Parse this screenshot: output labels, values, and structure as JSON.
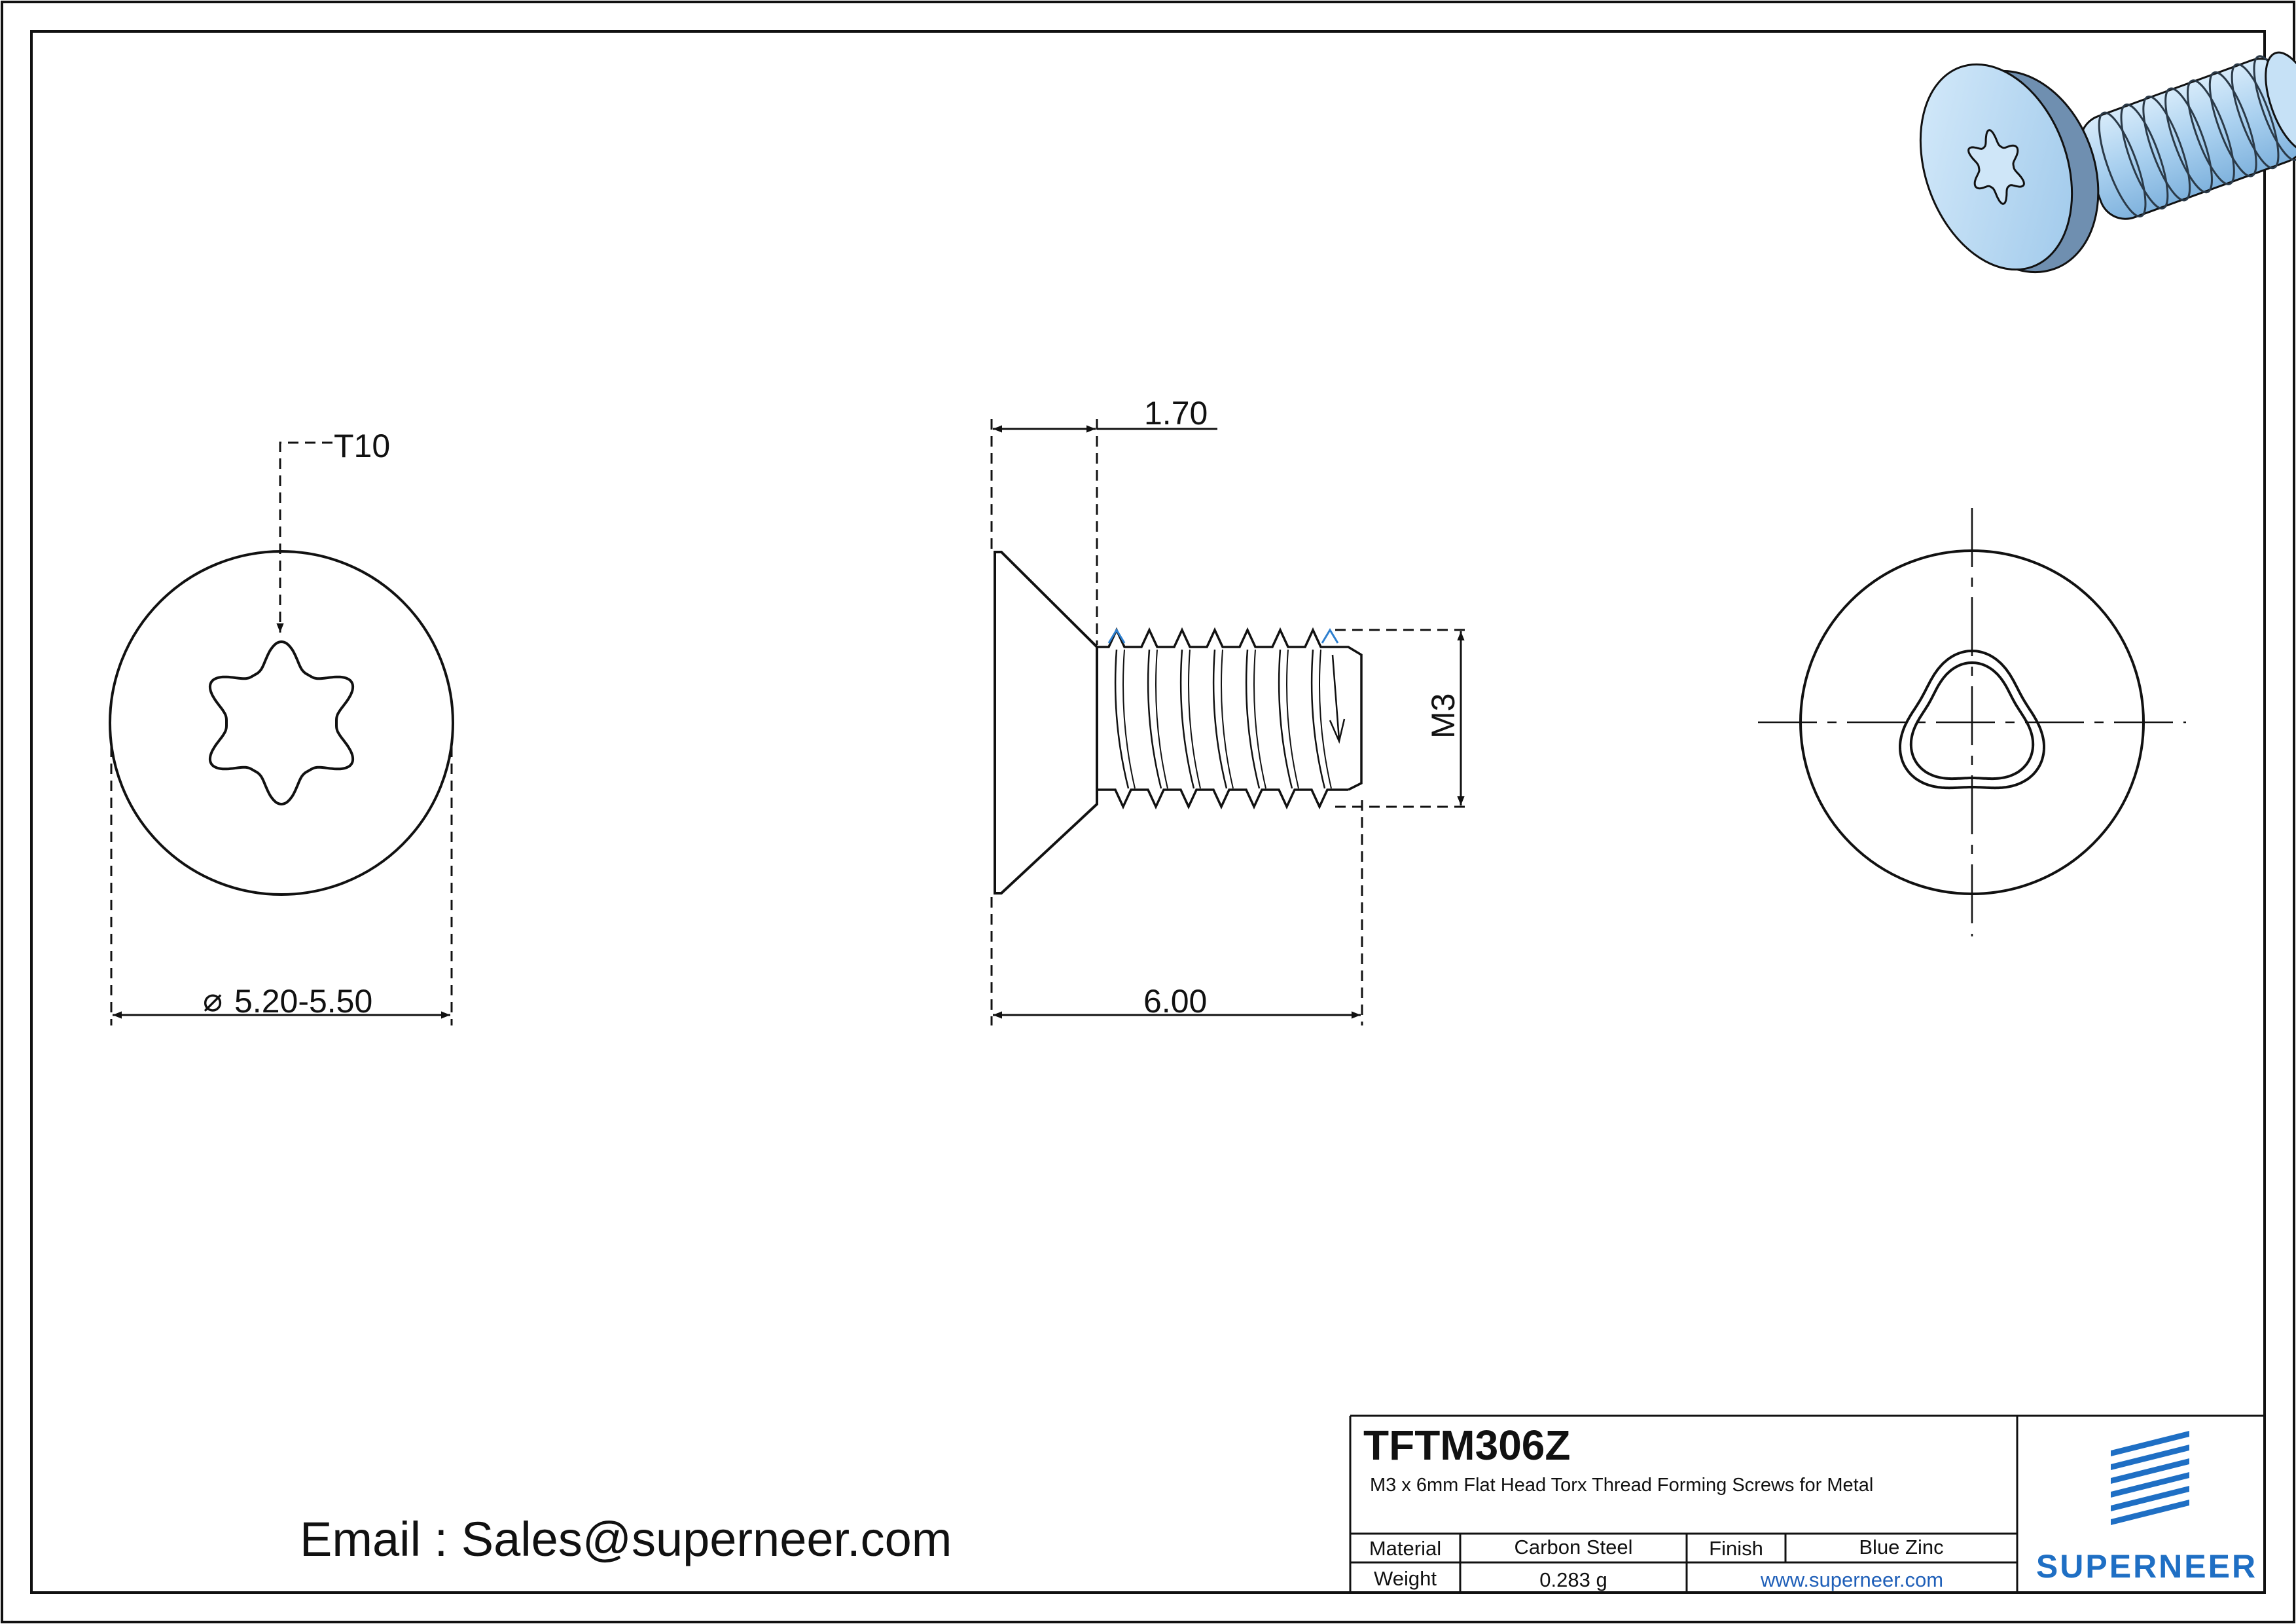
{
  "drawing": {
    "torx_size": "T10",
    "head_diameter": "5.20-5.50",
    "diameter_symbol": "⌀",
    "head_height": "1.70",
    "length": "6.00",
    "thread": "M3"
  },
  "contact": {
    "email": "Email : Sales@superneer.com"
  },
  "title_block": {
    "part_number": "TFTM306Z",
    "description": "M3 x 6mm Flat Head Torx Thread Forming Screws for Metal",
    "material_label": "Material",
    "material_value": "Carbon Steel",
    "finish_label": "Finish",
    "finish_value": "Blue Zinc",
    "weight_label": "Weight",
    "weight_value": "0.283 g",
    "website": "www.superneer.com",
    "brand": "SUPERNEER"
  },
  "colors": {
    "line": "#111111",
    "brand_blue": "#1f6fc4",
    "screw_blue": "#b9d9f3",
    "link_blue": "#1f5fb8"
  },
  "icons": {
    "logo": "superneer-stripes-logo",
    "render": "screw-3d-render"
  }
}
